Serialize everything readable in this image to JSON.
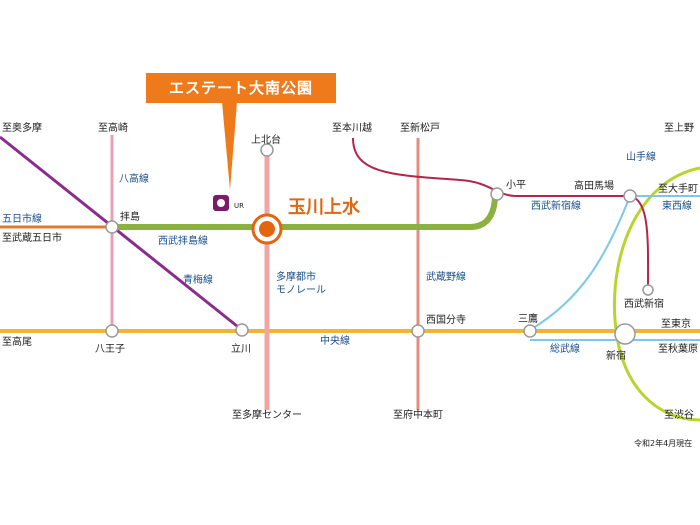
{
  "property_banner": "エステート大南公園",
  "ur_logo_text": "UR",
  "featured_station": "玉川上水",
  "stations": {
    "kamikitadai": "上北台",
    "haijima": "拝島",
    "kodaira": "小平",
    "takadanobaba": "高田馬場",
    "hachioji": "八王子",
    "tachikawa": "立川",
    "nishikokubunji": "西国分寺",
    "mitaka": "三鷹",
    "shinjuku": "新宿",
    "seibu_shinjuku": "西武新宿"
  },
  "lines": {
    "hachiko": "八高線",
    "seibu_haijima": "西武拝島線",
    "ome": "青梅線",
    "tama_monorail_1": "多摩都市",
    "tama_monorail_2": "モノレール",
    "musashino": "武蔵野線",
    "seibu_shinjuku": "西武新宿線",
    "yamanote": "山手線",
    "tozai": "東西線",
    "chuo": "中央線",
    "sobu": "総武線",
    "itsukaichi": "五日市線"
  },
  "destinations": {
    "okutama": "至奥多摩",
    "takasaki": "至高崎",
    "hon_kawagoe": "至本川越",
    "shin_matsudo": "至新松戸",
    "ueno": "至上野",
    "otemachi": "至大手町",
    "musashi_itsukaichi": "至武蔵五日市",
    "takao": "至高尾",
    "tama_center": "至多摩センター",
    "fuchu_honmachi": "至府中本町",
    "tokyo": "至東京",
    "akihabara": "至秋葉原",
    "shibuya": "至渋谷"
  },
  "date_note": "令和2年4月現在",
  "colors": {
    "banner": "#ee7a1c",
    "seibu_haijima": "#8bb13e",
    "chuo": "#f5b335",
    "monorail": "#f0a4a4",
    "hachiko": "#eaa0b4",
    "ome": "#8a2c8c",
    "seibu_shinjuku": "#b3264a",
    "yamanote": "#b9d430",
    "sobu": "#7cc7ea",
    "itsukaichi": "#e07a2e",
    "musashino": "#e88a7f"
  },
  "icons": [
    "ur-logo-icon",
    "station-marker",
    "featured-station-marker"
  ]
}
